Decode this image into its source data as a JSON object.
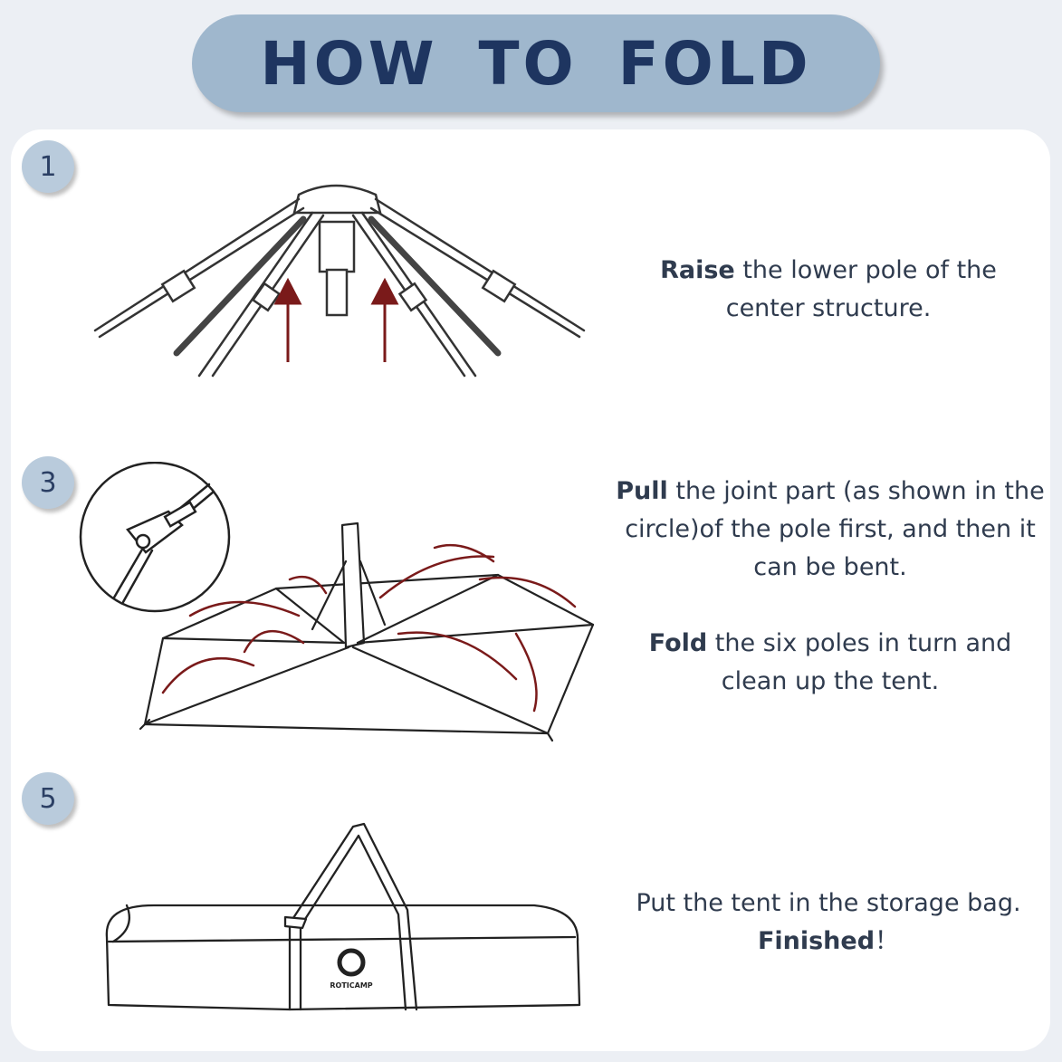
{
  "header": {
    "title": "HOW TO FOLD"
  },
  "steps": [
    {
      "number": "1",
      "strong": "Raise",
      "rest": " the lower pole of the center structure."
    },
    {
      "number": "3",
      "paragraphs": [
        {
          "strong": "Pull",
          "rest": " the joint part (as shown in the circle)of the pole first, and then it can be bent."
        },
        {
          "strong": "Fold",
          "rest": " the six poles in turn and clean up the tent."
        }
      ]
    },
    {
      "number": "5",
      "line1": "Put the tent in the storage bag.",
      "strong": "Finished",
      "suffix": "！"
    }
  ],
  "bag_logo_text": "ROTICAMP",
  "colors": {
    "title": "#1e3560",
    "pill": "#9fb7cd",
    "badge": "#b9cbdc",
    "arrow": "#7a1a1a"
  }
}
